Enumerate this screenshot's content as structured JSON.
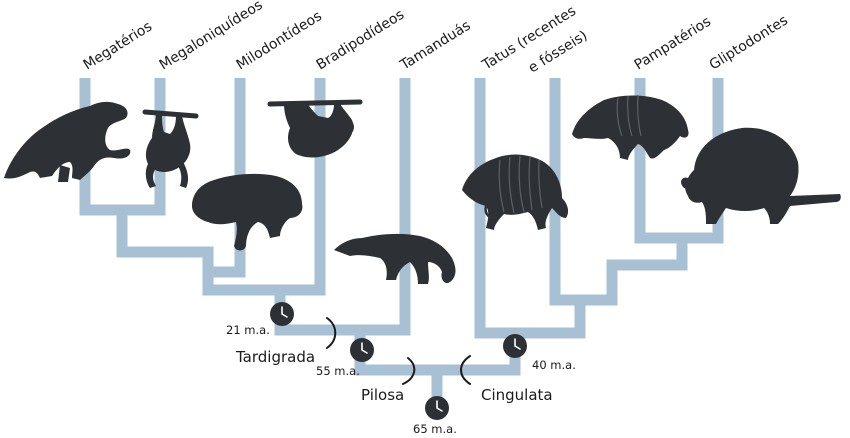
{
  "taxa": [
    {
      "id": "megaterios",
      "label": "Megatérios"
    },
    {
      "id": "megaloniquideos",
      "label": "Megaloniquídeos"
    },
    {
      "id": "milodontideos",
      "label": "Milodontídeos"
    },
    {
      "id": "bradipodideos",
      "label": "Bradipodídeos"
    },
    {
      "id": "tamanduas",
      "label": "Tamanduás"
    },
    {
      "id": "tatus",
      "label_line1": "Tatus (recentes",
      "label_line2": "e fósseis)"
    },
    {
      "id": "pampaterios",
      "label": "Pampatérios"
    },
    {
      "id": "gliptodontes",
      "label": "Gliptodontes"
    }
  ],
  "clades": {
    "tardigrada": "Tardigrada",
    "pilosa": "Pilosa",
    "cingulata": "Cingulata"
  },
  "divergence_times": {
    "tardigrada_node": "21 m.a.",
    "pilosa_node": "55 m.a.",
    "root_node": "65 m.a.",
    "cingulata_node": "40 m.a."
  },
  "colors": {
    "branch": "#a7c0d3",
    "silhouette": "#2d3135",
    "text": "#1a1a1a",
    "background": "#ffffff"
  },
  "icons": [
    "clock-icon",
    "giant-ground-sloth-silhouette",
    "hanging-sloth-silhouette",
    "mylodont-silhouette",
    "three-toed-sloth-silhouette",
    "anteater-silhouette",
    "armadillo-silhouette",
    "pampathere-silhouette",
    "glyptodont-silhouette"
  ]
}
